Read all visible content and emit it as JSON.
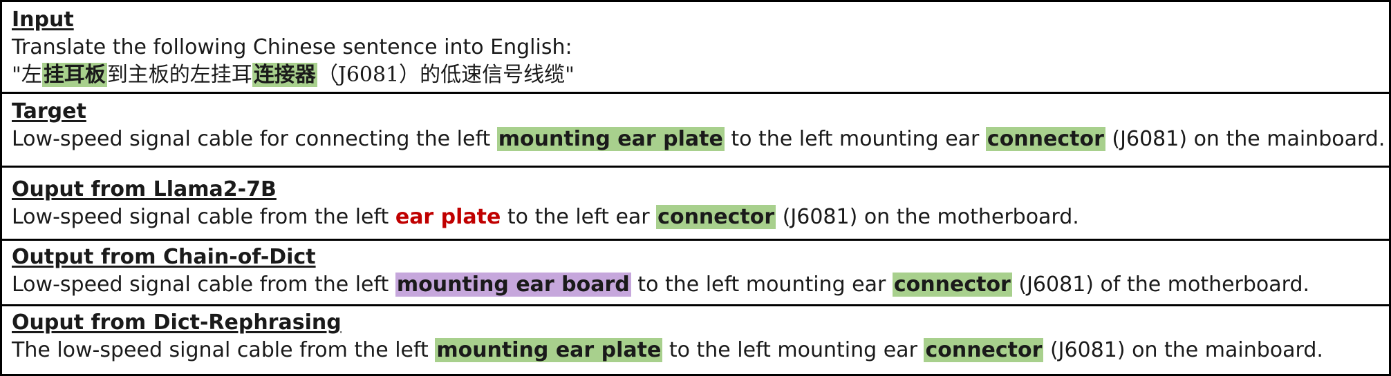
{
  "input": {
    "heading": "Input",
    "instruction": "Translate the following Chinese sentence into English:",
    "zh": [
      {
        "text": "\"左",
        "style": "plain"
      },
      {
        "text": "挂耳板",
        "style": "green"
      },
      {
        "text": "到主板的左挂耳",
        "style": "plain"
      },
      {
        "text": "连接器",
        "style": "green"
      },
      {
        "text": "（J6081）的低速信号线缆\"",
        "style": "plain"
      }
    ]
  },
  "target": {
    "heading": "Target",
    "segments": [
      {
        "text": "Low-speed signal cable for connecting the left ",
        "style": "plain"
      },
      {
        "text": "mounting ear plate",
        "style": "green"
      },
      {
        "text": " to the left mounting ear ",
        "style": "plain"
      },
      {
        "text": "connector",
        "style": "green"
      },
      {
        "text": " (J6081) on the mainboard.",
        "style": "plain"
      }
    ]
  },
  "llama": {
    "heading": "Ouput from Llama2-7B",
    "segments": [
      {
        "text": "Low-speed signal cable from the left ",
        "style": "plain"
      },
      {
        "text": "ear plate",
        "style": "red"
      },
      {
        "text": " to the left ear ",
        "style": "plain"
      },
      {
        "text": "connector",
        "style": "green"
      },
      {
        "text": " (J6081) on the motherboard.",
        "style": "plain"
      }
    ]
  },
  "chain_of_dict": {
    "heading": "Output from Chain-of-Dict",
    "segments": [
      {
        "text": "Low-speed signal cable from the left ",
        "style": "plain"
      },
      {
        "text": "mounting ear board",
        "style": "purple"
      },
      {
        "text": " to the left mounting ear ",
        "style": "plain"
      },
      {
        "text": "connector",
        "style": "green"
      },
      {
        "text": " (J6081) of the motherboard.",
        "style": "plain"
      }
    ]
  },
  "dict_rephrasing": {
    "heading": "Ouput from Dict-Rephrasing",
    "segments": [
      {
        "text": "The low-speed signal cable from the left ",
        "style": "plain"
      },
      {
        "text": "mounting ear plate",
        "style": "green"
      },
      {
        "text": " to the left mounting ear ",
        "style": "plain"
      },
      {
        "text": "connector",
        "style": "green"
      },
      {
        "text": " (J6081) on the mainboard.",
        "style": "plain"
      }
    ]
  },
  "colors": {
    "green_highlight": "#a8d08d",
    "purple_highlight": "#c6a7dc",
    "error_red": "#c00000"
  }
}
